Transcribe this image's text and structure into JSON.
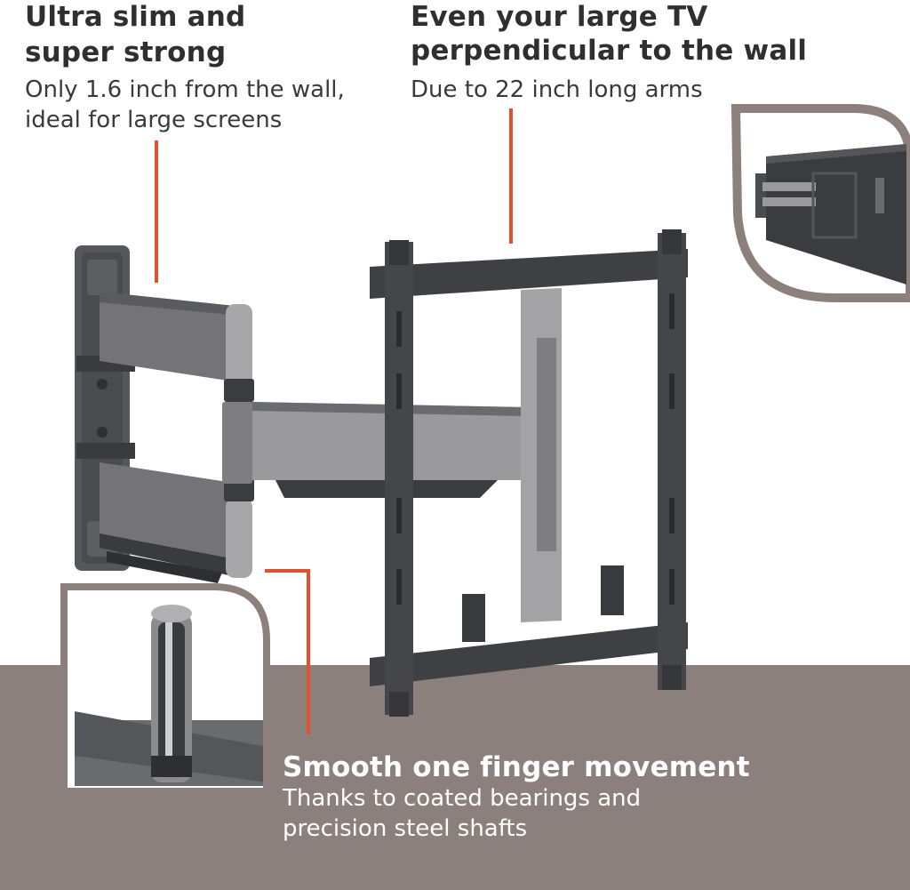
{
  "features": {
    "slim": {
      "title_line1": "Ultra slim and",
      "title_line2": "super strong",
      "desc_line1": "Only 1.6 inch from the wall,",
      "desc_line2": "ideal for large screens"
    },
    "arms": {
      "title_line1": "Even your large TV",
      "title_line2": "perpendicular to the wall",
      "desc_line1": "Due to 22 inch long arms"
    },
    "movement": {
      "title": "Smooth one finger movement",
      "desc_line1": "Thanks to coated bearings and",
      "desc_line2": "precision steel shafts"
    }
  },
  "colors": {
    "accent_line": "#e2512e",
    "floor": "#8b807c",
    "bracket_dark": "#3f4044",
    "bracket_silver": "#8e8e90",
    "text": "#2f2f2f"
  },
  "icons": [
    "wall-bracket-image",
    "tv-perpendicular-inset-image",
    "bearing-closeup-inset-image"
  ]
}
